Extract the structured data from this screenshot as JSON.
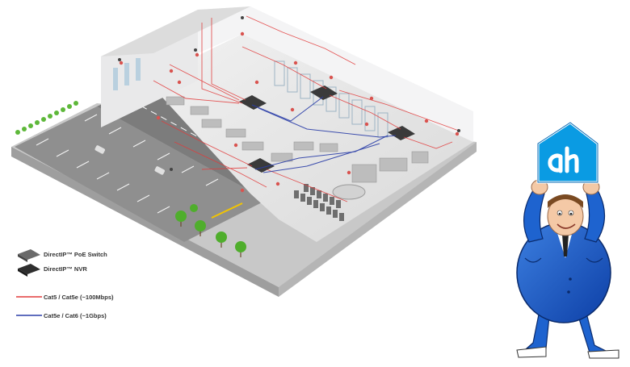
{
  "diagram": {
    "legend": [
      {
        "id": "poe-switch",
        "label": "DirectIP™ PoE Switch",
        "symbol": "switch-icon"
      },
      {
        "id": "nvr",
        "label": "DirectIP™ NVR",
        "symbol": "nvr-icon"
      },
      {
        "id": "cat5",
        "label": "Cat5 / Cat5e (~100Mbps)",
        "color": "#e23b3b"
      },
      {
        "id": "cat6",
        "label": "Cat5e / Cat6 (~1Gbps)",
        "color": "#2b3ea8"
      }
    ],
    "cable_colors": {
      "cat5": "#e23b3b",
      "cat6": "#2b3ea8"
    },
    "mascot_logo": "ah"
  }
}
